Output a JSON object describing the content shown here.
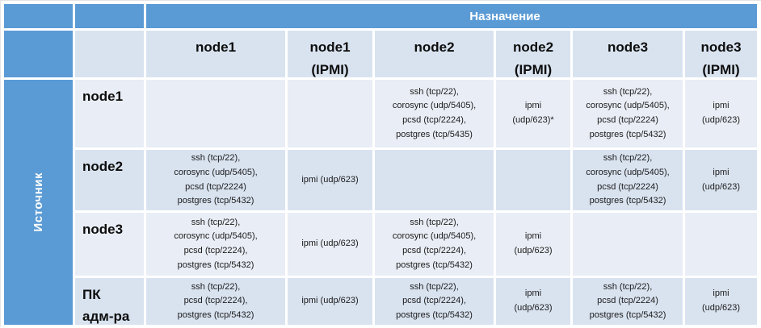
{
  "table": {
    "dest_header": "Назначение",
    "source_header": "Источник",
    "columns": [
      {
        "label": "node1"
      },
      {
        "label": "node1\n(IPMI)"
      },
      {
        "label": "node2"
      },
      {
        "label": "node2\n(IPMI)"
      },
      {
        "label": "node3"
      },
      {
        "label": "node3\n(IPMI)"
      }
    ],
    "rows": [
      {
        "label": "node1",
        "cells": [
          "",
          "",
          "ssh (tcp/22),\ncorosync (udp/5405),\npcsd (tcp/2224),\npostgres (tcp/5435)",
          "ipmi\n(udp/623)*",
          "ssh (tcp/22),\ncorosync (udp/5405),\npcsd (tcp/2224)\npostgres (tcp/5432)",
          "ipmi\n(udp/623)"
        ]
      },
      {
        "label": "node2",
        "cells": [
          "ssh (tcp/22),\ncorosync (udp/5405),\npcsd (tcp/2224)\npostgres (tcp/5432)",
          "ipmi (udp/623)",
          "",
          "",
          "ssh (tcp/22),\ncorosync (udp/5405),\npcsd (tcp/2224)\npostgres (tcp/5432)",
          "ipmi\n(udp/623)"
        ]
      },
      {
        "label": "node3",
        "cells": [
          "ssh (tcp/22),\ncorosync (udp/5405),\npcsd (tcp/2224),\npostgres (tcp/5432)",
          "ipmi (udp/623)",
          "ssh (tcp/22),\ncorosync (udp/5405),\npcsd (tcp/2224),\npostgres (tcp/5432)",
          "ipmi\n(udp/623)",
          "",
          ""
        ]
      },
      {
        "label": "ПК\nадм-ра",
        "cells": [
          "ssh (tcp/22),\npcsd (tcp/2224),\npostgres (tcp/5432)",
          "ipmi (udp/623)",
          "ssh (tcp/22),\npcsd (tcp/2224),\npostgres (tcp/5432)",
          "ipmi\n(udp/623)",
          "ssh (tcp/22),\npcsd (tcp/2224)\npostgres (tcp/5432)",
          "ipmi\n(udp/623)"
        ]
      }
    ],
    "colors": {
      "header_blue": "#5b9bd5",
      "row_band_light": "#e9edf5",
      "row_band_dark": "#d9e3f0",
      "gap_white": "#ffffff",
      "header_text": "#ffffff",
      "cell_text": "#1b1b1b"
    }
  }
}
